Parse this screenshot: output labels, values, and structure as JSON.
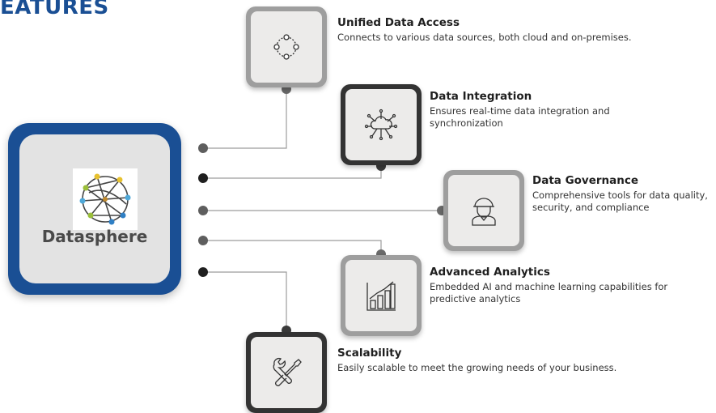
{
  "heading": "EATURES",
  "hub": {
    "label": "Datasphere",
    "logo_icon": "network-globe-icon"
  },
  "features": [
    {
      "title": "Unified Data Access",
      "description": "Connects to various data sources, both cloud and on-premises.",
      "icon": "dotted-circle-nodes-icon"
    },
    {
      "title": "Data Integration",
      "description": "Ensures real-time data integration and synchronization",
      "icon": "cloud-network-icon"
    },
    {
      "title": "Data Governance",
      "description": "Comprehensive tools for data quality, security, and compliance",
      "icon": "soldier-helmet-icon"
    },
    {
      "title": "Advanced Analytics",
      "description": "Embedded AI and machine learning capabilities for predictive analytics",
      "icon": "bar-chart-trend-icon"
    },
    {
      "title": "Scalability",
      "description": "Easily scalable to meet the growing needs of your business.",
      "icon": "wrench-screwdriver-icon"
    }
  ],
  "colors": {
    "brand": "#1a4f94",
    "card_dark": "#333333",
    "card_light": "#9e9e9e",
    "line": "#999999"
  }
}
